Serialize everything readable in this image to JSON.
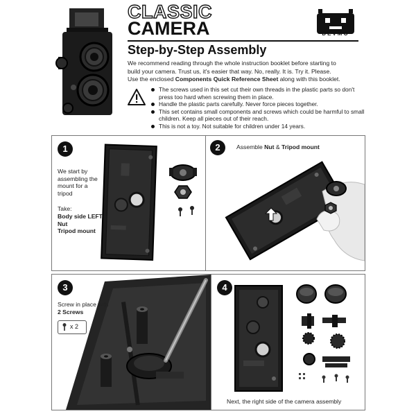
{
  "header": {
    "title_line1": "CLASSIC",
    "title_line2": "CAMERA",
    "subtitle_bold": "Step-by-Step",
    "subtitle_rest": "Assembly",
    "brand": "DEVMO",
    "intro_line1": "We recommend reading through the whole instruction booklet before starting to",
    "intro_line2": "build your camera. Trust us, it's easier that way. No, really. It is. Try it. Please.",
    "intro_line3_pre": "Use the enclosed ",
    "intro_line3_bold": "Components Quick Reference Sheet",
    "intro_line3_post": " along with this booklet."
  },
  "warnings": [
    "The screws used in this set cut their own threads in the plastic parts so don't press too hard when screwing them in place.",
    "Handle the plastic parts carefully. Never force pieces together.",
    "This set contains small components and screws which could be harmful to small children. Keep all pieces out of their reach.",
    "This is not a toy. Not suitable for children under 14 years."
  ],
  "steps": [
    {
      "number": "1",
      "text": "We start by assembling the mount for a tripod",
      "take_label": "Take:",
      "parts": [
        "Body side LEFT",
        "Nut",
        "Tripod mount"
      ]
    },
    {
      "number": "2",
      "text_pre": "Assemble ",
      "part_a": "Nut",
      "amp": " & ",
      "part_b": "Tripod mount"
    },
    {
      "number": "3",
      "text_pre": "Screw in place with",
      "text_bold": "2 Screws",
      "screw_count": "x 2"
    },
    {
      "number": "4",
      "caption": "Next, the right side of the camera assembly"
    }
  ],
  "colors": {
    "ink": "#111111",
    "panel_border": "#777777",
    "plastic": "#1c1c1c"
  }
}
